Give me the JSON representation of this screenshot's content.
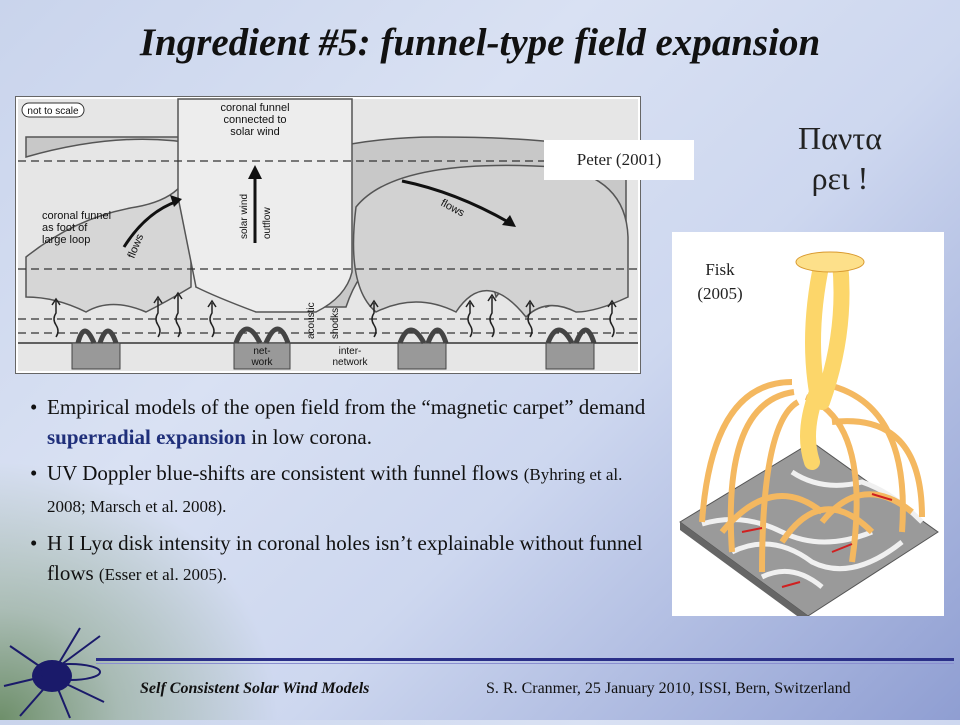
{
  "title": "Ingredient #5:  funnel-type field expansion",
  "figure_peter": {
    "label": "Peter (2001)",
    "not_to_scale": "not to scale",
    "coronal_funnel_wind": [
      "coronal funnel",
      "connected to",
      "solar wind"
    ],
    "coronal_funnel_loop": [
      "coronal funnel",
      "as foot of",
      "large loop"
    ],
    "flows": "flows",
    "solar_wind_outflow": [
      "solar wind",
      "outflow"
    ],
    "acoustic_shocks": [
      "acoustic",
      "shocks"
    ],
    "network": [
      "net-",
      "work"
    ],
    "internetwork": [
      "inter-",
      "network"
    ]
  },
  "greek": {
    "line1": "Παντα",
    "line2": "ρει !"
  },
  "figure_fisk": {
    "label_line1": "Fisk",
    "label_line2": "(2005)"
  },
  "bullets": [
    {
      "pre": "Empirical models of the open field from the “magnetic carpet” demand ",
      "highlight": "superradial expansion",
      "post": " in low corona.",
      "cite": ""
    },
    {
      "pre": "UV Doppler blue-shifts are consistent with funnel flows ",
      "highlight": "",
      "post": "",
      "cite": "(Byhring et al. 2008; Marsch et al. 2008)."
    },
    {
      "pre": "H I Lyα disk intensity in coronal holes isn’t explainable without funnel flows ",
      "highlight": "",
      "post": "",
      "cite": "(Esser et al. 2005)."
    }
  ],
  "footer": {
    "left": "Self Consistent Solar Wind Models",
    "right": "S. R. Cranmer,  25 January 2010,  ISSI, Bern, Switzerland"
  },
  "colors": {
    "highlight": "#1f2f7a",
    "footer_rule": "#2a2f88"
  }
}
